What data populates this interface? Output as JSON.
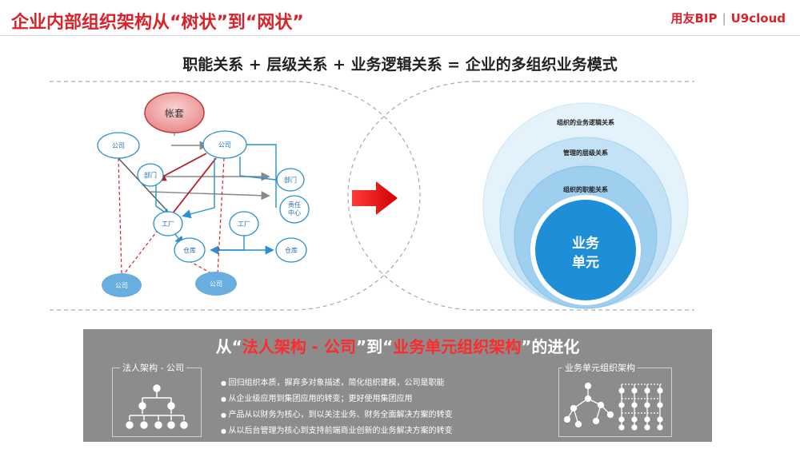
{
  "header": {
    "title": "企业内部组织架构从“树状”到“网状”",
    "logo_brand": "用友BIP",
    "logo_product": "U9cloud"
  },
  "subtitle": "职能关系 + 层级关系 + 业务逻辑关系 = 企业的多组织业务模式",
  "left_diagram": {
    "root": "帐套",
    "nodes": {
      "company_top_left": "公司",
      "company_top_right": "公司",
      "dept_left": "部门",
      "dept_right": "部门",
      "responsibility_center": "责任中心",
      "factory_left": "工厂",
      "factory_right": "工厂",
      "warehouse_left": "仓库",
      "warehouse_right": "仓库",
      "company_bottom_left": "公司",
      "company_bottom_right": "公司"
    }
  },
  "right_diagram": {
    "rings": [
      "组织的业务逻辑关系",
      "管理的层级关系",
      "组织的职能关系"
    ],
    "core": "业务单元"
  },
  "band": {
    "title_parts": [
      "从",
      "“",
      "法人架构 - 公司",
      "”",
      "到",
      "“",
      "业务单元组织架构",
      "”",
      "的进化"
    ],
    "left_label": "法人架构 - 公司",
    "right_label": "业务单元组织架构",
    "bullets": [
      "回归组织本质，摒弃多对象描述，简化组织建模，公司是职能",
      "从企业级应用到集团应用的转变；更好使用集团应用",
      "产品从以财务为核心，到以关注业务、财务全面解决方案的转变",
      "从以后台管理为核心到支持前端商业创新的业务解决方案的转变"
    ]
  },
  "colors": {
    "accent_red": "#d8232a",
    "node_blue": "#1f6fb0",
    "arrow_blue": "#2a8fd0",
    "dashed_red": "#d8232a",
    "band_gray": "#8c8c8c",
    "ring_outer": "#e3f2fb",
    "core_blue": "#1e8fd6"
  }
}
